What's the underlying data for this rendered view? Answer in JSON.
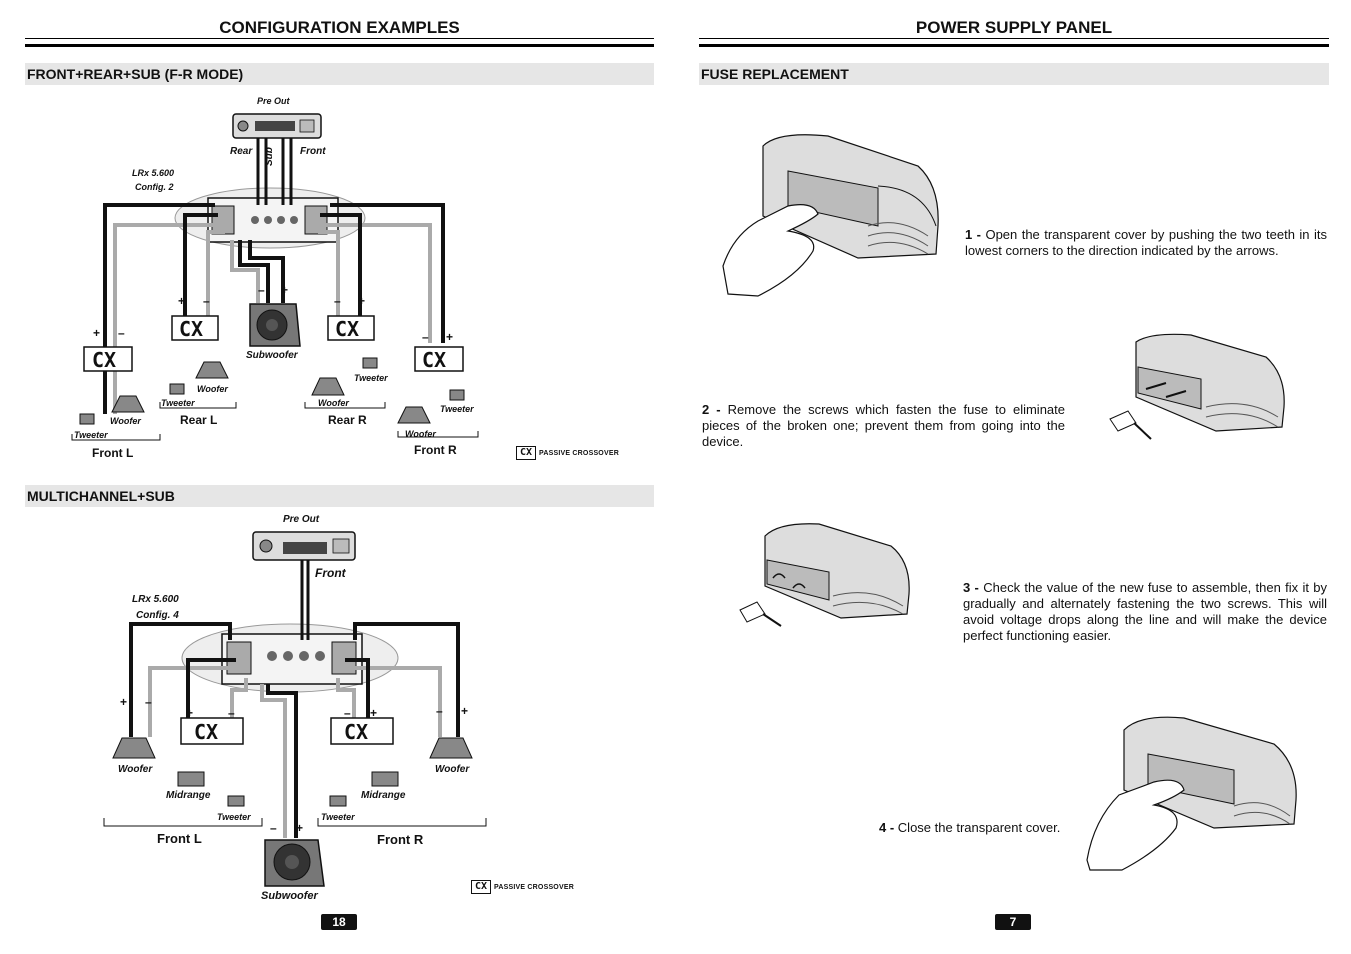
{
  "left_page": {
    "title": "CONFIGURATION EXAMPLES",
    "section1": {
      "heading": "FRONT+REAR+SUB (F-R MODE)",
      "pre_out": "Pre Out",
      "rear": "Rear",
      "sub": "Sub",
      "front": "Front",
      "amp_model": "LRx 5.600",
      "amp_config": "Config. 2",
      "cx": "CX",
      "subwoofer": "Subwoofer",
      "woofer": "Woofer",
      "tweeter": "Tweeter",
      "rear_l": "Rear L",
      "rear_r": "Rear R",
      "front_l": "Front L",
      "front_r": "Front R",
      "plus": "+",
      "minus": "–"
    },
    "section2": {
      "heading": "MULTICHANNEL+SUB",
      "pre_out": "Pre Out",
      "front": "Front",
      "amp_model": "LRx 5.600",
      "amp_config": "Config. 4",
      "cx": "CX",
      "woofer": "Woofer",
      "midrange": "Midrange",
      "tweeter": "Tweeter",
      "front_l": "Front L",
      "front_r": "Front R",
      "subwoofer": "Subwoofer",
      "plus": "+",
      "minus": "–"
    },
    "legend_cx": "CX",
    "legend_text": "PASSIVE CROSSOVER",
    "page_number": "18"
  },
  "right_page": {
    "title": "POWER SUPPLY PANEL",
    "section_heading": "FUSE REPLACEMENT",
    "steps": [
      {
        "num": "1 -",
        "text": "Open the transparent cover by pushing the two teeth in its lowest corners to the direction indicated by the arrows."
      },
      {
        "num": "2 -",
        "text": "Remove the screws which fasten the fuse to eliminate pieces of the broken one; prevent them from going into the device."
      },
      {
        "num": "3 -",
        "text": "Check the value of the new fuse to assemble, then fix it by gradually and alternately fastening the two screws. This will avoid voltage drops along the line and will make the device perfect functioning easier."
      },
      {
        "num": "4 -",
        "text": "Close the transparent cover."
      }
    ],
    "page_number": "7"
  }
}
